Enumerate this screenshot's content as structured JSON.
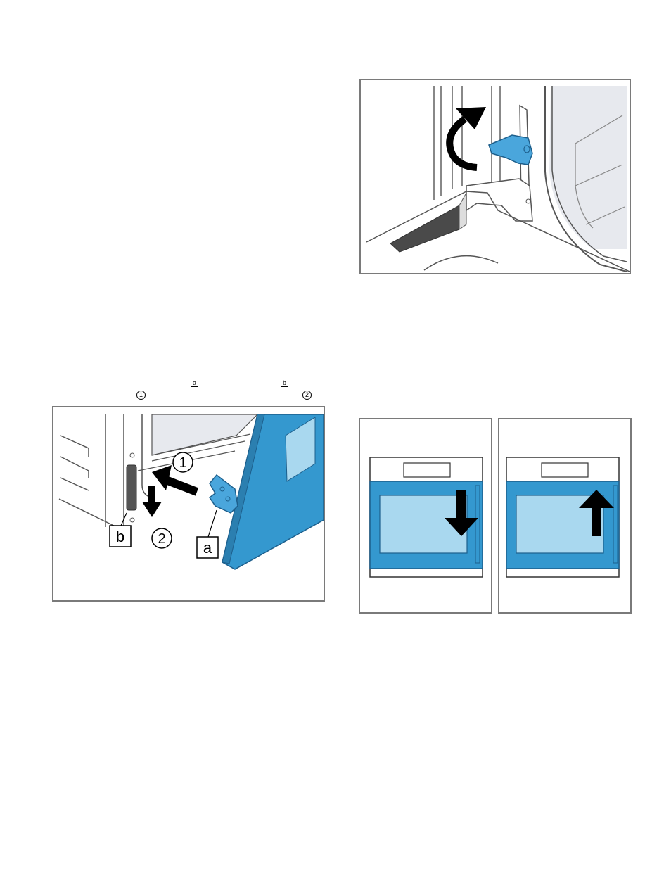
{
  "colors": {
    "frame_border": "#7a7a7a",
    "door_blue": "#3498cf",
    "glass_light": "#a9d8ef",
    "hinge_blue": "#4aa6dc",
    "arrow_black": "#000000",
    "line_gray": "#555555"
  },
  "instructions": {
    "ref_a": "a",
    "ref_b": "b",
    "ref_step1": "1",
    "ref_step2": "2"
  },
  "figure_hinge_lever": {
    "icon": "rotate-arrow-icon"
  },
  "figure_hook_hinge": {
    "callout_step1": "1",
    "callout_step2": "2",
    "label_a": "a",
    "label_b": "b"
  },
  "figure_oven_panels": {
    "left_panel_arrow": "arrow-down-icon",
    "right_panel_arrow": "arrow-up-icon"
  }
}
